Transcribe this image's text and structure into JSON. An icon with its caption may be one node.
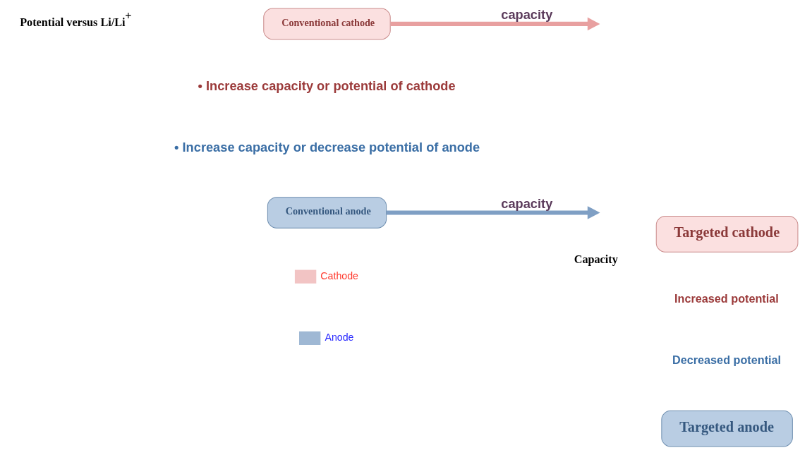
{
  "diagram": {
    "nodes": [
      {
        "text": [
          "Targeted cathode"
        ]
      },
      {
        "text": [
          "Conventional cathode"
        ]
      },
      {
        "text": [
          "Conventional anode"
        ]
      },
      {
        "text": [
          "Targeted anode"
        ]
      }
    ],
    "edges": [
      {
        "from": 1,
        "to": null,
        "arrow": "to",
        "label": "capacity",
        "color": "#e8a0a0"
      },
      {
        "from": 2,
        "to": null,
        "arrow": "to",
        "label": "capacity",
        "color": "#7f9fc4"
      }
    ],
    "labels": [
      "Increased potential",
      "• Increase capacity or potential of cathode",
      "• Increase capacity or decrease potential of anode",
      "Decreased potential",
      "Potential versus Li/Li$^{+}$",
      "Capacity"
    ],
    "legend": [
      {
        "text": "Cathode",
        "color": "#f2c4c4"
      },
      {
        "text": "Anode",
        "color": "#9fb8d4"
      }
    ]
  }
}
